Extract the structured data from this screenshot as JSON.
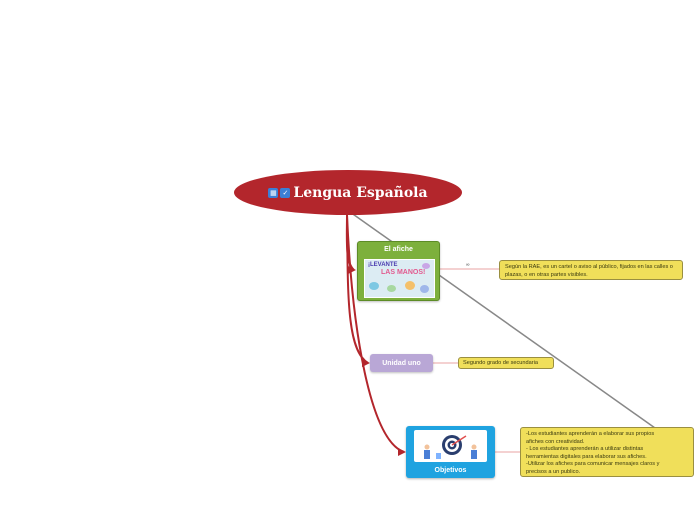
{
  "central": {
    "title": "Lengua Española"
  },
  "nodes": {
    "afiche": {
      "label": "El afiche",
      "image_text_1": "¡LEVANTE",
      "image_text_2": "LAS MANOS!"
    },
    "unidad": {
      "label": "Unidad uno"
    },
    "objetivos": {
      "label": "Objetivos"
    }
  },
  "callouts": {
    "afiche_def": "Según la RAE, es un cartel o aviso al público, fijados en las calles o plazas, o en otras partes visibles.",
    "unidad_desc": "Segundo grado de secundaria",
    "objetivos_lines": [
      "-Los estudiantes aprenderán a elaborar sus propios",
      "afiches con creatividad.",
      "- Los estudiantes aprenderán a utilizar distintas",
      "herramientas digitales para elaborar sus afiches.",
      "-Utilizar los afiches para comunicar mensajes claros y",
      "precisos a un publico."
    ]
  },
  "connector_tag": "∞",
  "colors": {
    "central": "#b3262c",
    "afiche": "#7db03c",
    "unidad": "#b9a7d6",
    "objetivos": "#1fa3e0",
    "callout": "#f0df5a",
    "branch": "#b3262c",
    "relation": "#888888"
  }
}
